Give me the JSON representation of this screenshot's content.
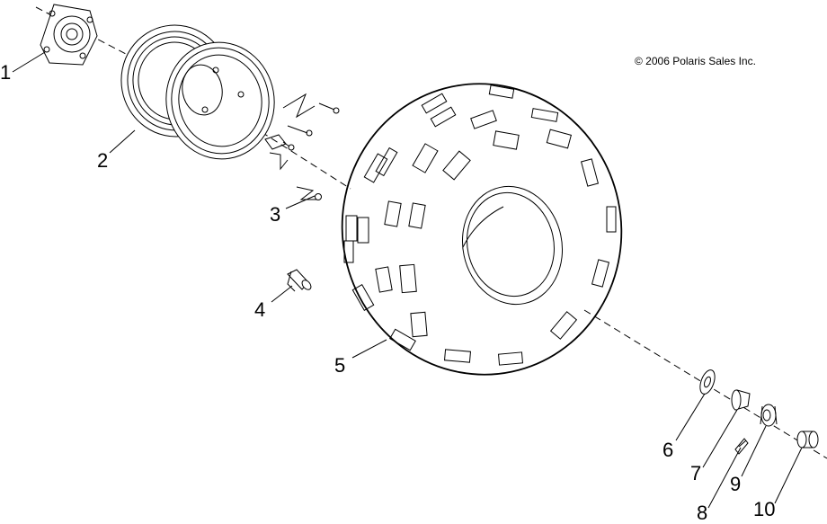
{
  "copyright": "© 2006 Polaris Sales Inc.",
  "callouts": {
    "c1": "1",
    "c2": "2",
    "c3": "3",
    "c4": "4",
    "c5": "5",
    "c6": "6",
    "c7": "7",
    "c8": "8",
    "c9": "9",
    "c10": "10"
  }
}
